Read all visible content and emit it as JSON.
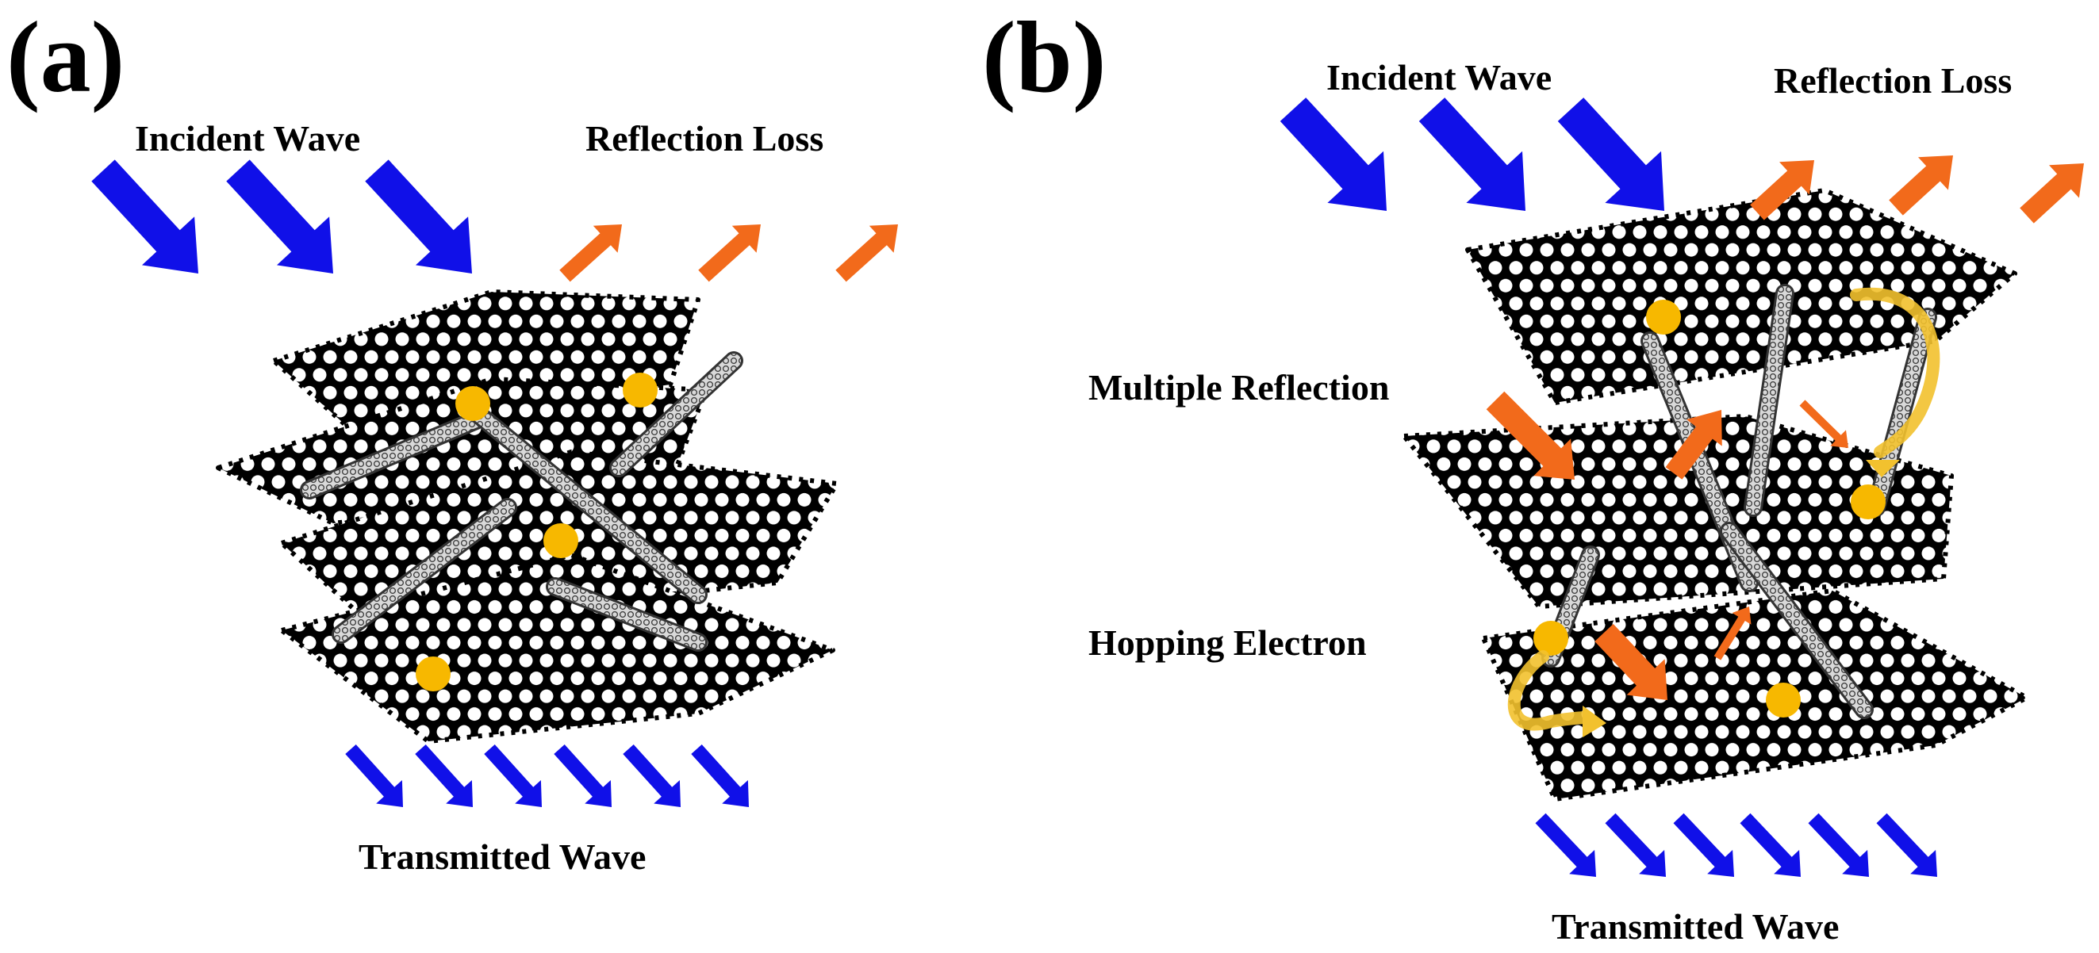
{
  "panels": [
    {
      "id": "a",
      "label": "(a)",
      "incident": "Incident Wave",
      "reflection": "Reflection Loss",
      "transmitted": "Transmitted Wave"
    },
    {
      "id": "b",
      "label": "(b)",
      "incident": "Incident Wave",
      "reflection": "Reflection Loss",
      "transmitted": "Transmitted Wave",
      "multiple": "Multiple Reflection",
      "hopping": "Hopping Electron"
    }
  ],
  "colors": {
    "incident": "#1010e8",
    "reflection": "#f26a1b",
    "electron": "#f7b800",
    "hop_arrow": "#f2c12e",
    "lattice": "#000000",
    "nanotube": "#6a6a6a"
  },
  "icons": [
    "graphene-sheet",
    "carbon-nanotube",
    "electron-dot",
    "wave-arrow",
    "hop-arrow"
  ]
}
